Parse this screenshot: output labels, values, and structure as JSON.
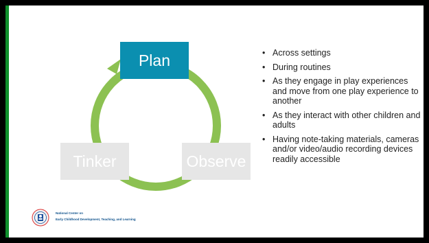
{
  "colors": {
    "arrow": "#8cc152",
    "plan_box": "#0b8fb0",
    "inactive_box": "#e6e6e6",
    "accent_bar": "#0f8f2c"
  },
  "cycle": {
    "plan": "Plan",
    "tinker": "Tinker",
    "observe": "Observe"
  },
  "bullets": [
    "Across settings",
    "During routines",
    "As they engage in play experiences and move from one play experience to another",
    "As they interact with other children and adults",
    "Having note-taking materials, cameras and/or video/audio recording devices readily accessible"
  ],
  "logo": {
    "line1": "National Center on",
    "line2": "Early Childhood Development, Teaching, and Learning",
    "seal_text": "Office of Head Start National Centers"
  }
}
